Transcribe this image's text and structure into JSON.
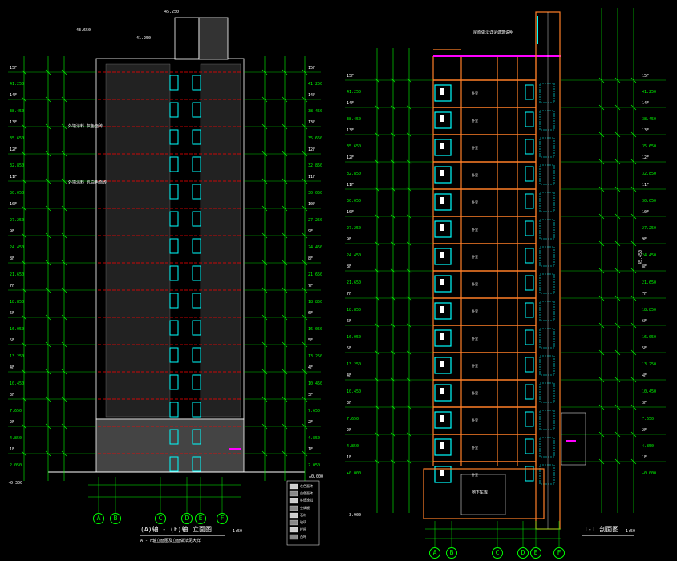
{
  "drawing": {
    "left": {
      "title_prefix": "(A)轴 - (F)轴",
      "title": "立面图",
      "scale": "1:50",
      "subtitle": "A - F轴立面图及立面做法见大样",
      "axes": [
        "A",
        "B",
        "C",
        "D",
        "E",
        "F"
      ],
      "roof_top_elev": "43.650",
      "roof_elev": "41.250",
      "parapet_elev": "45.250",
      "basement_elev": "-0.300",
      "base_elev": "±0.000",
      "callouts": [
        "外墙涂料 灰色面砖",
        "外墙涂料 乳白色面砖"
      ],
      "floors": [
        {
          "name": "15F",
          "elev": "41.250"
        },
        {
          "name": "14F",
          "elev": "38.450"
        },
        {
          "name": "13F",
          "elev": "35.650"
        },
        {
          "name": "12F",
          "elev": "32.850"
        },
        {
          "name": "11F",
          "elev": "30.050"
        },
        {
          "name": "10F",
          "elev": "27.250"
        },
        {
          "name": "9F",
          "elev": "24.450"
        },
        {
          "name": "8F",
          "elev": "21.650"
        },
        {
          "name": "7F",
          "elev": "18.850"
        },
        {
          "name": "6F",
          "elev": "16.050"
        },
        {
          "name": "5F",
          "elev": "13.250"
        },
        {
          "name": "4F",
          "elev": "10.450"
        },
        {
          "name": "3F",
          "elev": "7.650"
        },
        {
          "name": "2F",
          "elev": "4.850"
        },
        {
          "name": "1F",
          "elev": "2.050"
        }
      ],
      "legend": [
        "灰色面砖",
        "白色面砖",
        "外墙涂料",
        "空调板",
        "石材",
        "玻璃",
        "栏杆",
        "百叶"
      ]
    },
    "right": {
      "title": "1-1 剖面图",
      "scale": "1:50",
      "axes": [
        "A",
        "B",
        "C",
        "D",
        "E",
        "F"
      ],
      "callout": "屋面做法详见建筑说明",
      "total_height": "45.450",
      "floors": [
        {
          "name": "15F",
          "elev": "41.250"
        },
        {
          "name": "14F",
          "elev": "38.450"
        },
        {
          "name": "13F",
          "elev": "35.650"
        },
        {
          "name": "12F",
          "elev": "32.850"
        },
        {
          "name": "11F",
          "elev": "30.050"
        },
        {
          "name": "10F",
          "elev": "27.250"
        },
        {
          "name": "9F",
          "elev": "24.450"
        },
        {
          "name": "8F",
          "elev": "21.650"
        },
        {
          "name": "7F",
          "elev": "18.850"
        },
        {
          "name": "6F",
          "elev": "16.050"
        },
        {
          "name": "5F",
          "elev": "13.250"
        },
        {
          "name": "4F",
          "elev": "10.450"
        },
        {
          "name": "3F",
          "elev": "7.650"
        },
        {
          "name": "2F",
          "elev": "4.850"
        },
        {
          "name": "1F",
          "elev": "±0.000"
        }
      ],
      "room_label": "卧室",
      "base_label": "-3.900",
      "basement_label": "地下车库"
    }
  },
  "colors": {
    "background": "#000000",
    "dimension": "#00ff00",
    "wall": "#ff7f27",
    "slab": "#ff0000",
    "glass": "#00ffff",
    "text": "#ffffff",
    "magenta": "#ff00ff",
    "hatch": "#b0b0b0"
  }
}
